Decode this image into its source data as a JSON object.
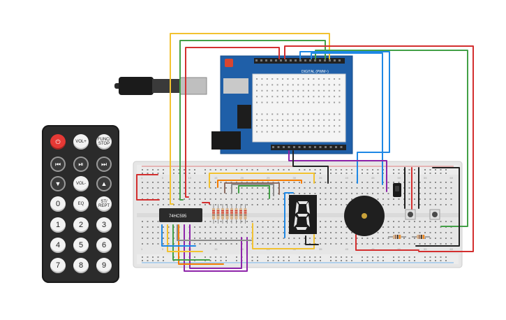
{
  "remote": {
    "buttons": [
      {
        "id": "power",
        "label": "⏻",
        "style": "power",
        "row": 0,
        "col": 0
      },
      {
        "id": "vol-up",
        "label": "VOL+",
        "style": "small",
        "row": 0,
        "col": 1
      },
      {
        "id": "func-stop",
        "label": "FUNC/ STOP",
        "style": "small",
        "row": 0,
        "col": 2
      },
      {
        "id": "prev",
        "label": "⏮",
        "style": "dark",
        "row": 1,
        "col": 0
      },
      {
        "id": "play-pause",
        "label": "⏯",
        "style": "dark",
        "row": 1,
        "col": 1
      },
      {
        "id": "next",
        "label": "⏭",
        "style": "dark",
        "row": 1,
        "col": 2
      },
      {
        "id": "down",
        "label": "▼",
        "style": "dark",
        "row": 2,
        "col": 0
      },
      {
        "id": "vol-down",
        "label": "VOL-",
        "style": "small",
        "row": 2,
        "col": 1
      },
      {
        "id": "up",
        "label": "▲",
        "style": "dark",
        "row": 2,
        "col": 2
      },
      {
        "id": "zero",
        "label": "0",
        "style": "num",
        "row": 3,
        "col": 0
      },
      {
        "id": "eq",
        "label": "EQ",
        "style": "small",
        "row": 3,
        "col": 1
      },
      {
        "id": "st-rept",
        "label": "ST/ REPT",
        "style": "small",
        "row": 3,
        "col": 2
      },
      {
        "id": "one",
        "label": "1",
        "style": "num",
        "row": 4,
        "col": 0
      },
      {
        "id": "two",
        "label": "2",
        "style": "num",
        "row": 4,
        "col": 1
      },
      {
        "id": "three",
        "label": "3",
        "style": "num",
        "row": 4,
        "col": 2
      },
      {
        "id": "four",
        "label": "4",
        "style": "num",
        "row": 5,
        "col": 0
      },
      {
        "id": "five",
        "label": "5",
        "style": "num",
        "row": 5,
        "col": 1
      },
      {
        "id": "six",
        "label": "6",
        "style": "num",
        "row": 5,
        "col": 2
      },
      {
        "id": "seven",
        "label": "7",
        "style": "num",
        "row": 6,
        "col": 0
      },
      {
        "id": "eight",
        "label": "8",
        "style": "num",
        "row": 6,
        "col": 1
      },
      {
        "id": "nine",
        "label": "9",
        "style": "num",
        "row": 6,
        "col": 2
      }
    ]
  },
  "arduino": {
    "digital_label": "DIGITAL (PWM~)",
    "colors": {
      "board": "#1f5fa8",
      "header": "#222222",
      "button": "#d9452f"
    }
  },
  "breadboard": {
    "row_numbers": [
      "1",
      "5",
      "10",
      "15",
      "20",
      "25",
      "30",
      "35",
      "40",
      "45",
      "50",
      "55",
      "60"
    ]
  },
  "ic": {
    "label": "74HC595"
  },
  "display": {
    "digit": "8"
  },
  "wire_colors": {
    "red": "#d32f2f",
    "yellow": "#f2c230",
    "green": "#43a047",
    "blue": "#1e88e5",
    "purple": "#8e24aa",
    "orange": "#f57c00",
    "black": "#222222",
    "gray": "#8c8c8c",
    "brown": "#8d6e63"
  }
}
